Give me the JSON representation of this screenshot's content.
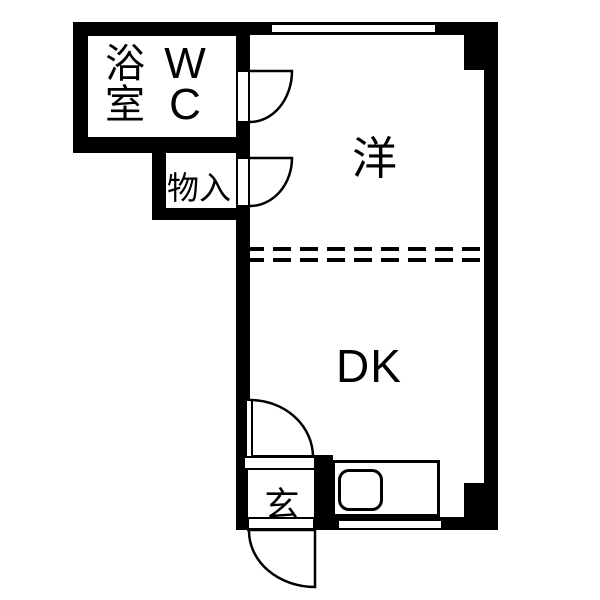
{
  "colors": {
    "wall": "#000000",
    "floor": "#ffffff",
    "text": "#000000"
  },
  "rooms": {
    "bathroom": {
      "line1": "浴",
      "line2": "室"
    },
    "wc": {
      "line1": "W",
      "line2": "C"
    },
    "storage": {
      "label": "物入"
    },
    "western": {
      "label": "洋"
    },
    "dining_kitchen": {
      "label": "DK"
    },
    "entrance": {
      "label": "玄"
    }
  }
}
